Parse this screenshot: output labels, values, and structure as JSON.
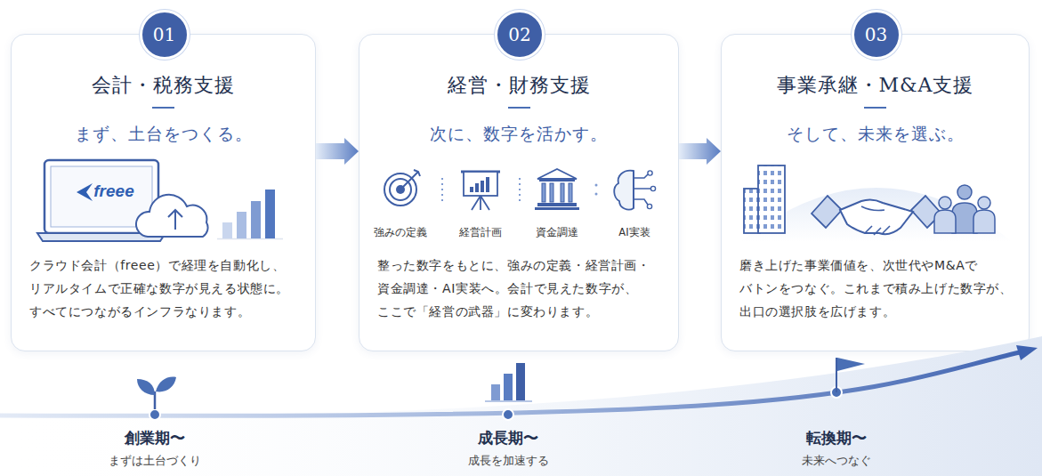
{
  "diagram": {
    "nodes": [
      {
        "text": [
          "会計・税務支援",
          "まず、土台をつくる。",
          "クラウド会計（freee）で経理を自動化し、 リアルタイムで正確な数字が見える状態に。 すべてにつながるインフラなります。"
        ]
      },
      {
        "text": [
          "01"
        ],
        "in": 0
      },
      {
        "text": [
          "経営・財務支援",
          "次に、数字を活かす。",
          "整った数字をもとに、強みの定義・経営計画・ 資金調達・AI実装へ。会計で見えた数字が、 ここで「経営の武器」に変わります。"
        ]
      },
      {
        "text": [
          "02"
        ],
        "in": 2
      },
      {
        "text": [
          "事業承継・M&A支援",
          "そして、未来を選ぶ。",
          "磨き上げた事業価値を、次世代やM&Aで バトンをつなぐ。これまで積み上げた数字が、 出口の選択肢を広げます。"
        ]
      },
      {
        "text": [
          "03"
        ],
        "in": 4
      }
    ],
    "edges": [
      {
        "from": 0,
        "to": 2,
        "arrow": "to"
      },
      {
        "from": 2,
        "to": 4,
        "arrow": "to"
      }
    ],
    "labels": [
      "freee",
      "強みの定義",
      "経営計画",
      "資金調達",
      "AI実装",
      "創業期〜",
      "まずは土台づくり",
      "成長期〜",
      "成長を加速する",
      "転換期〜",
      "未来へつなぐ"
    ]
  }
}
